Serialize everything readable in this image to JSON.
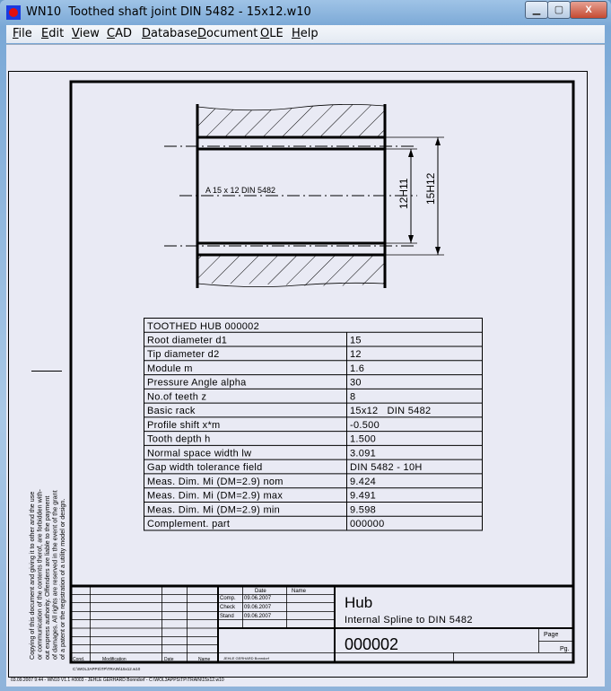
{
  "window": {
    "app": "WN10",
    "title": "Toothed shaft joint DIN 5482  -  15x12.w10",
    "minimize": "▁",
    "maximize": "▢",
    "close": "X"
  },
  "menu": [
    "File",
    "Edit",
    "View",
    "CAD",
    "Database",
    "Document",
    "OLE",
    "Help"
  ],
  "drawing": {
    "designation": "A 15 x 12 DIN 5482",
    "dim_inner": "12H11",
    "dim_outer": "15H12"
  },
  "table": {
    "title": "TOOTHED HUB 000002",
    "rows": [
      [
        "Root diameter d1",
        "15"
      ],
      [
        "Tip diameter d2",
        "12"
      ],
      [
        "Module m",
        "1.6"
      ],
      [
        "Pressure Angle alpha",
        "30"
      ],
      [
        "No.of teeth z",
        "8"
      ],
      [
        "Basic rack",
        "15x12   DIN 5482"
      ],
      [
        "Profile shift x*m",
        "-0.500"
      ],
      [
        "Tooth depth h",
        "1.500"
      ],
      [
        "Normal space width lw",
        "3.091"
      ],
      [
        "Gap width tolerance field",
        "DIN 5482 - 10H"
      ],
      [
        "Meas. Dim. Mi (DM=2.9) nom",
        "9.424"
      ],
      [
        "Meas. Dim. Mi (DM=2.9) max",
        "9.491"
      ],
      [
        "Meas. Dim. Mi (DM=2.9) min",
        "9.598"
      ],
      [
        "Complement. part",
        "000000"
      ]
    ]
  },
  "copyright": [
    "Copying of this document and giving it to other and the use",
    "or communication of the contents therof, are forbidden with-",
    "out express authority. Offenders are liable to the payment",
    "of damages. All rights are reserved in the event of the grant",
    "of a patent or the registration of a utility model or design."
  ],
  "titleblock": {
    "rev_headers": [
      "Cond.",
      "Modification",
      "Date",
      "Name"
    ],
    "date_header": "Date",
    "name_header": "Name",
    "roles": [
      [
        "Comp.",
        "09.06.2007"
      ],
      [
        "Check",
        "09.06.2007"
      ],
      [
        "Stand",
        "09.06.2007"
      ]
    ],
    "company": "JEHLE GERHARD  Bonndorf",
    "part_name": "Hub",
    "part_desc": "Internal Spline to DIN 5482",
    "number": "000002",
    "page_label": "Page",
    "pg_label": "Pg."
  },
  "file_path": "C:\\WOL3APPS\\TP\\TRAIN\\15x12.w10",
  "status_line": "03.09.2007 9:44 - WN10 V1.1 #0003 - JEHLE GERHARD  Bonndorf - C:\\WOL3APPS\\TP\\TRAIN\\15x12.w10"
}
